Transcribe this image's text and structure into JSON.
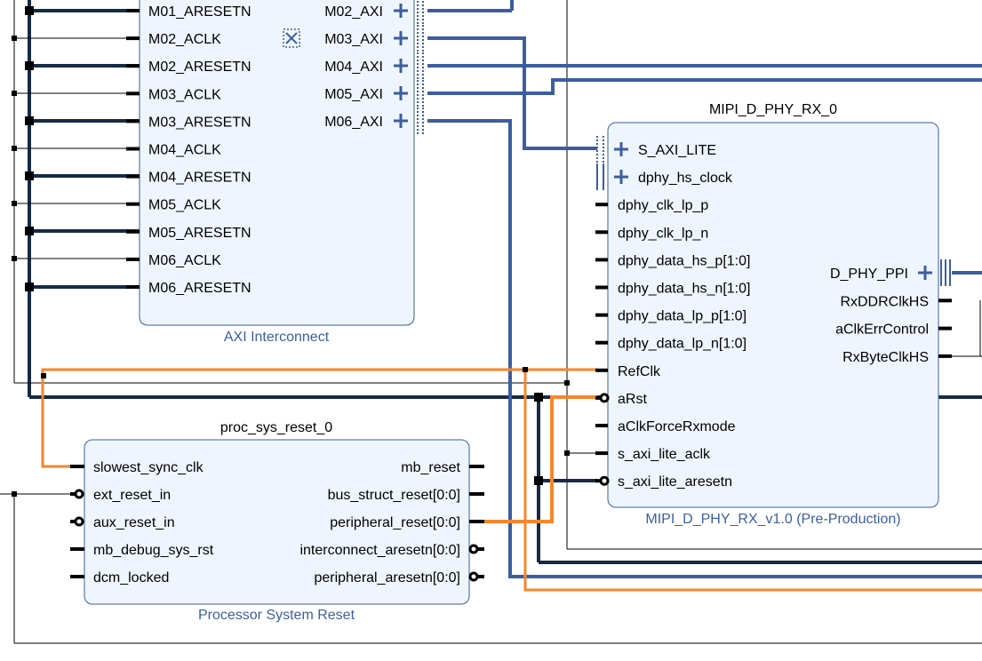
{
  "axi_interconnect": {
    "name": "AXI Interconnect",
    "left_pins": [
      "M01_ARESETN",
      "M02_ACLK",
      "M02_ARESETN",
      "M03_ACLK",
      "M03_ARESETN",
      "M04_ACLK",
      "M04_ARESETN",
      "M05_ACLK",
      "M05_ARESETN",
      "M06_ACLK",
      "M06_ARESETN"
    ],
    "right_pins": [
      "M02_AXI",
      "M03_AXI",
      "M04_AXI",
      "M05_AXI",
      "M06_AXI"
    ]
  },
  "mipi_dphy": {
    "instance": "MIPI_D_PHY_RX_0",
    "name": "MIPI_D_PHY_RX_v1.0 (Pre-Production)",
    "left_pins": [
      "S_AXI_LITE",
      "dphy_hs_clock",
      "dphy_clk_lp_p",
      "dphy_clk_lp_n",
      "dphy_data_hs_p[1:0]",
      "dphy_data_hs_n[1:0]",
      "dphy_data_lp_p[1:0]",
      "dphy_data_lp_n[1:0]",
      "RefClk",
      "aRst",
      "aClkForceRxmode",
      "s_axi_lite_aclk",
      "s_axi_lite_aresetn"
    ],
    "right_pins": [
      "D_PHY_PPI",
      "RxDDRClkHS",
      "aClkErrControl",
      "RxByteClkHS"
    ]
  },
  "proc_sys_reset": {
    "instance": "proc_sys_reset_0",
    "name": "Processor System Reset",
    "left_pins": [
      "slowest_sync_clk",
      "ext_reset_in",
      "aux_reset_in",
      "mb_debug_sys_rst",
      "dcm_locked"
    ],
    "right_pins": [
      "mb_reset",
      "bus_struct_reset[0:0]",
      "peripheral_reset[0:0]",
      "interconnect_aresetn[0:0]",
      "peripheral_aresetn[0:0]"
    ]
  },
  "colors": {
    "block_fill": "#eef5fd",
    "block_border": "#3c5ea0",
    "axi_bus": "#3c5ea0",
    "clock_net": "#f7862b",
    "reset_bus": "#162b45"
  }
}
